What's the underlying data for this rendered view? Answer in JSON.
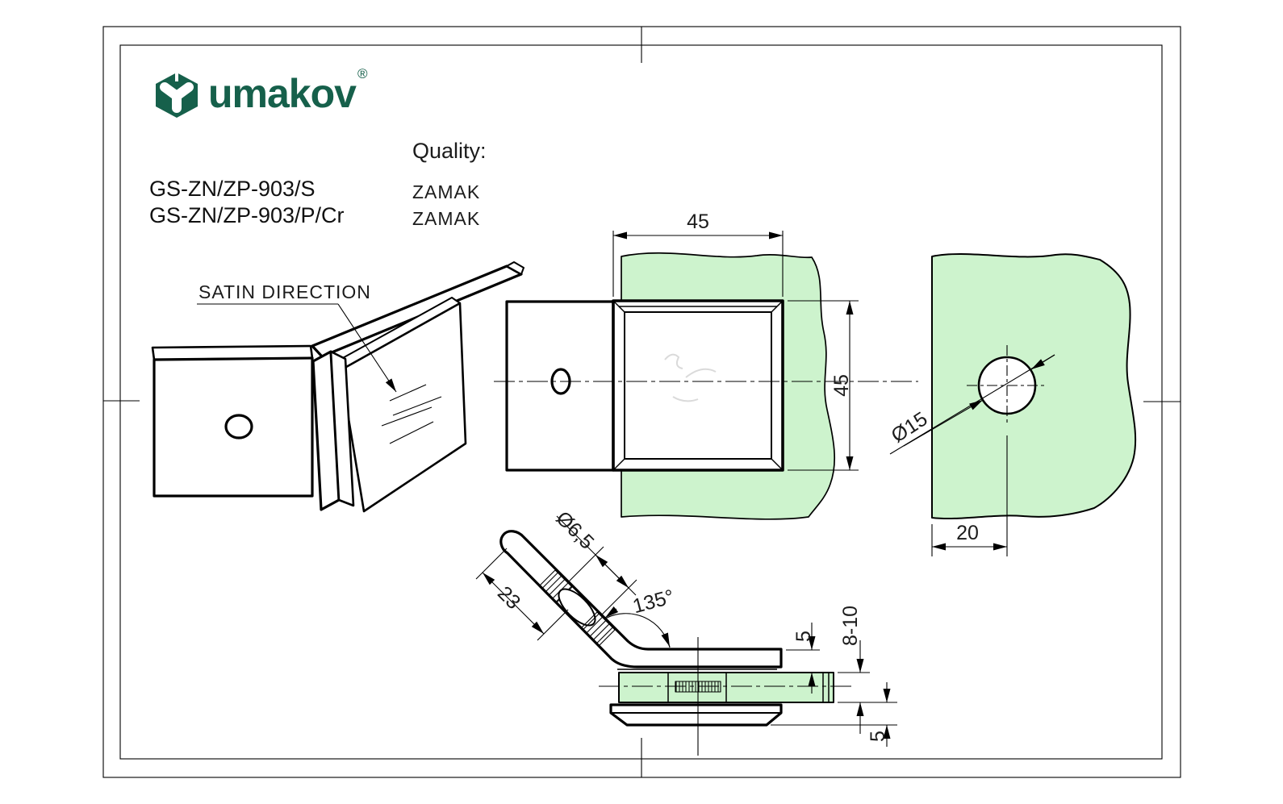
{
  "drawing": {
    "brand": {
      "logo_text": "umakov",
      "registered": "®"
    },
    "header": {
      "quality_label": "Quality:",
      "products": [
        {
          "code": "GS-ZN/ZP-903/S",
          "quality": "ZAMAK"
        },
        {
          "code": "GS-ZN/ZP-903/P/Cr",
          "quality": "ZAMAK"
        }
      ]
    },
    "iso_view": {
      "note": "SATIN DIRECTION"
    },
    "front_view": {
      "width": "45",
      "height": "45"
    },
    "panel_view": {
      "hole_diameter": "Ø15",
      "hole_offset": "20"
    },
    "side_view": {
      "hole_diameter": "Ø6,5",
      "angle": "135°",
      "arm_length": "23",
      "plate_thickness": "5",
      "glass_thickness": "8-10",
      "bottom_thickness": "5"
    },
    "colors": {
      "brand_green": "#16604B",
      "glass_green": "#CDF3CD",
      "line": "#000000"
    }
  }
}
